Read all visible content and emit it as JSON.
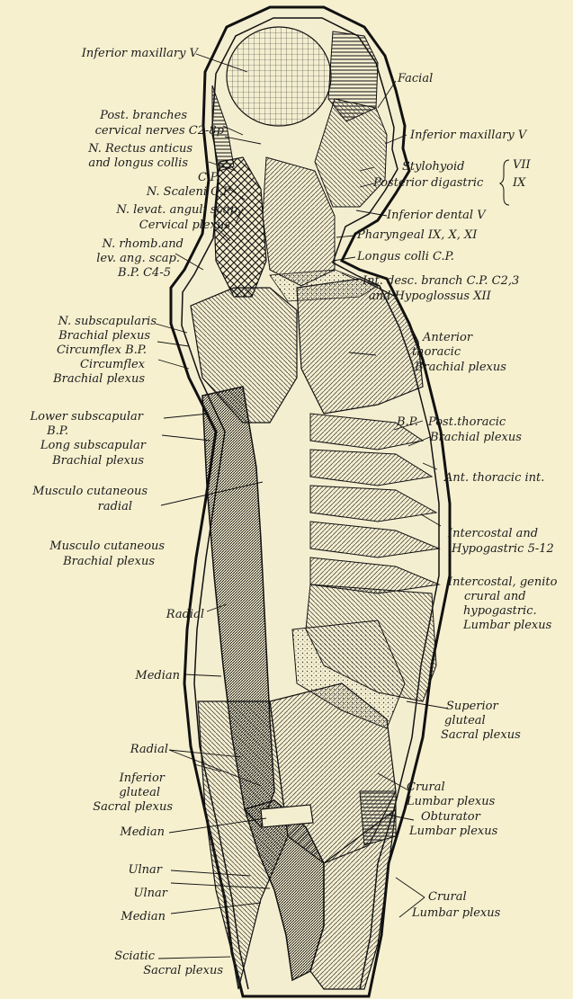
{
  "labels": {
    "inferior_maxillary_left": "Inferior maxillary V",
    "facial": "Facial",
    "post_branches_1": "Post. branches",
    "post_branches_2": "cervical nerves C2-8p",
    "inferior_maxillary_right": "Inferior maxillary V",
    "rectus_1": "N. Rectus anticus",
    "rectus_2": "and longus collis",
    "rectus_3": "C.P.",
    "stylohyoid": "Stylohyoid",
    "vii": "VII",
    "posterior_digastric": "Posterior digastric",
    "ix": "IX",
    "scaleni": "N. Scaleni C.P.",
    "levat": "N. levat. anguli scap.",
    "cervical_plexus": "Cervical plexus",
    "inferior_dental": "Inferior dental V",
    "pharyngeal": "Pharyngeal IX, X, XI",
    "longus_colli": "Longus colli C.P.",
    "rhomb_1": "N. rhomb.and",
    "rhomb_2": "lev. ang. scap.",
    "rhomb_3": "B.P. C4-5",
    "int_desc_1": "Int. desc. branch C.P. C2,3",
    "int_desc_2": "and Hypoglossus XII",
    "subscap_1": "N. subscapularis",
    "subscap_2": "Brachial plexus",
    "anterior_thoracic_1": "Anterior",
    "anterior_thoracic_2": "thoracic",
    "anterior_thoracic_3": "Brachial plexus",
    "circumflex_bp": "Circumflex B.P.",
    "circumflex_1": "Circumflex",
    "circumflex_2": "Brachial plexus",
    "lower_subscap_1": "Lower subscapular",
    "lower_subscap_2": "B.P.",
    "bp_tag": "B.P.",
    "post_thoracic_1": "Post.thoracic",
    "post_thoracic_2": "Brachial plexus",
    "long_subscap_1": "Long subscapular",
    "long_subscap_2": "Brachial plexus",
    "ant_thoracic_int": "Ant. thoracic int.",
    "musculo_radial_1": "Musculo cutaneous",
    "musculo_radial_2": "radial",
    "musculo_brachial_1": "Musculo cutaneous",
    "musculo_brachial_2": "Brachial plexus",
    "intercostal_1": "Intercostal and",
    "intercostal_2": "Hypogastric  5-12",
    "genito_1": "Intercostal, genito",
    "genito_2": "crural and",
    "genito_3": "hypogastric.",
    "genito_4": "Lumbar plexus",
    "radial_1": "Radial",
    "median_1": "Median",
    "superior_gluteal_1": "Superior",
    "superior_gluteal_2": "gluteal",
    "superior_gluteal_3": "Sacral plexus",
    "radial_2": "Radial",
    "inferior_gluteal_1": "Inferior",
    "inferior_gluteal_2": "gluteal",
    "inferior_gluteal_3": "Sacral plexus",
    "crural_1": "Crural",
    "crural_2": "Lumbar plexus",
    "median_2": "Median",
    "obturator_1": "Obturator",
    "obturator_2": "Lumbar plexus",
    "ulnar_1": "Ulnar",
    "ulnar_2": "Ulnar",
    "crural_low_1": "Crural",
    "crural_low_2": "Lumbar plexus",
    "median_3": "Median",
    "sciatic_1": "Sciatic",
    "sciatic_2": "Sacral plexus"
  }
}
